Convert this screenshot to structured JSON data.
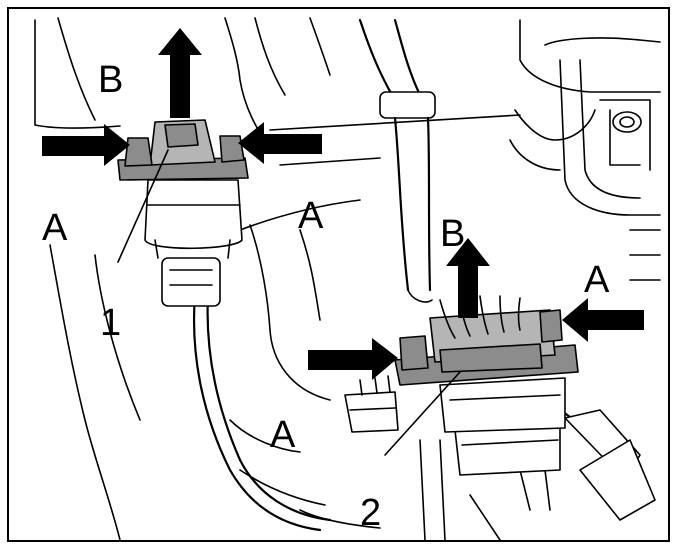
{
  "diagram": {
    "callouts": {
      "b_top_left": "B",
      "a_left": "A",
      "a_middle": "A",
      "one": "1",
      "b_right": "B",
      "a_right": "A",
      "a_bottom": "A",
      "two": "2"
    },
    "colors": {
      "frame": "#000000",
      "connector_fill": "#8c8c8c",
      "connector_light": "#b5b5b5",
      "arrow": "#000000"
    }
  }
}
